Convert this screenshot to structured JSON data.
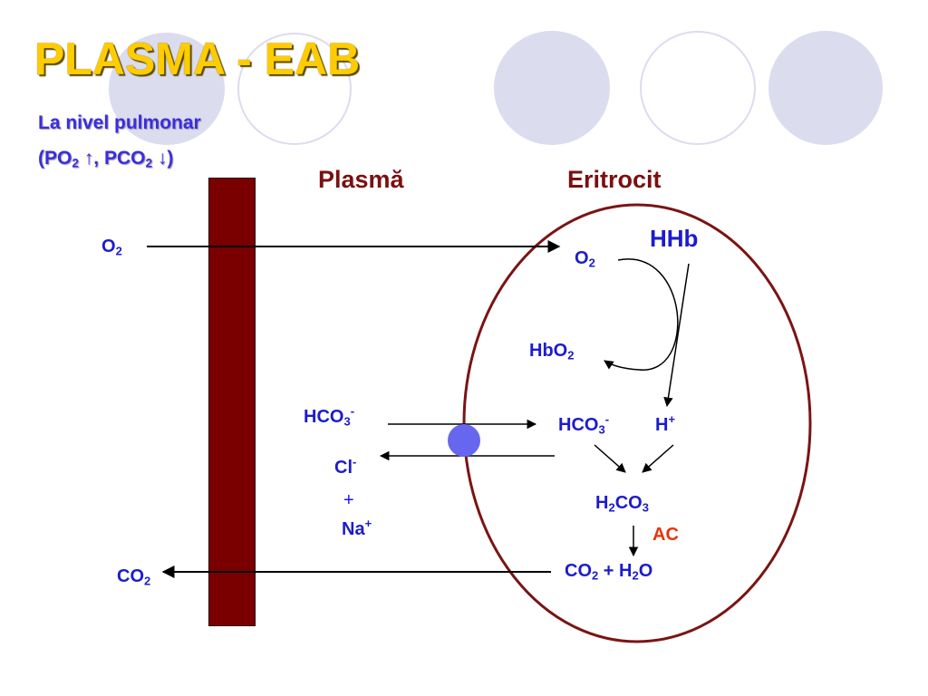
{
  "title": "PLASMA - EAB",
  "condition": {
    "line1": "La nivel pulmonar",
    "line2": {
      "open": "(PO",
      "sub1": "2",
      "arrow_up": "↑",
      "mid": ", PCO",
      "sub2": "2",
      "arrow_down": "↓",
      "close": ")"
    }
  },
  "headers": {
    "plasma": "Plasmă",
    "erythrocyte": "Eritrocit"
  },
  "labels": {
    "o2_left": {
      "main": "O",
      "sub": "2"
    },
    "o2_cell": {
      "main": "O",
      "sub": "2"
    },
    "hhb": "HHb",
    "hbo2": {
      "main": "HbO",
      "sub": "2"
    },
    "hco3_plasma": {
      "main": "HCO",
      "sub": "3",
      "sup": "-"
    },
    "cl": {
      "main": "Cl",
      "sup": "-"
    },
    "plus": "+",
    "na": {
      "main": "Na",
      "sup": "+"
    },
    "hco3_cell": {
      "main": "HCO",
      "sub": "3",
      "sup": "-"
    },
    "h_plus": {
      "main": "H",
      "sup": "+"
    },
    "h2co3": {
      "a": "H",
      "sub1": "2",
      "b": "CO",
      "sub2": "3"
    },
    "ac": "AC",
    "co2_h2o": {
      "a": "CO",
      "sub1": "2",
      "b": " + H",
      "sub2": "2",
      "c": "O"
    },
    "co2_left": {
      "main": "CO",
      "sub": "2"
    }
  },
  "colors": {
    "title": "#ffcc00",
    "condition_text": "#3b2de0",
    "header_text": "#7a1010",
    "chem_text": "#1c1ccc",
    "enzyme_text": "#e8340c",
    "membrane": "#7a0000",
    "cell_outline": "#7a1414",
    "transporter": "#6666ee",
    "decor_circles": "#dcdcef"
  }
}
